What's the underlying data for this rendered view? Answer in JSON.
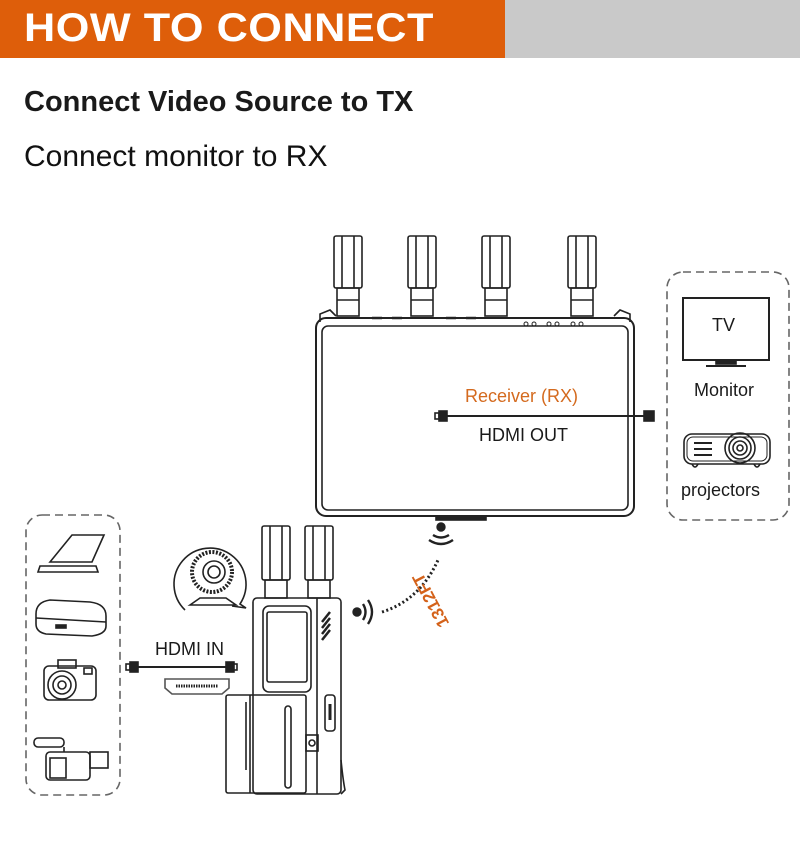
{
  "banner": {
    "title": "HOW TO CONNECT",
    "accent_color": "#de5e0a",
    "bar_color": "#c9c9c9"
  },
  "steps": [
    "Connect Video Source to TX",
    "Connect monitor to RX"
  ],
  "receiver": {
    "name": "Receiver (RX)",
    "port_label": "HDMI OUT",
    "antenna_count": 4
  },
  "transmitter": {
    "port_label": "HDMI IN",
    "antenna_count": 2
  },
  "range_label": "1312FT",
  "outputs": {
    "items": [
      {
        "icon": "tv-icon",
        "screen_text": "TV",
        "label": "Monitor"
      },
      {
        "icon": "projector-icon",
        "label": "projectors"
      }
    ]
  },
  "sources": {
    "items": [
      {
        "icon": "laptop-icon"
      },
      {
        "icon": "set-top-box-icon"
      },
      {
        "icon": "dslr-camera-icon"
      },
      {
        "icon": "camcorder-icon"
      }
    ]
  },
  "colors": {
    "label_orange": "#d46a1e",
    "line": "#222222"
  }
}
